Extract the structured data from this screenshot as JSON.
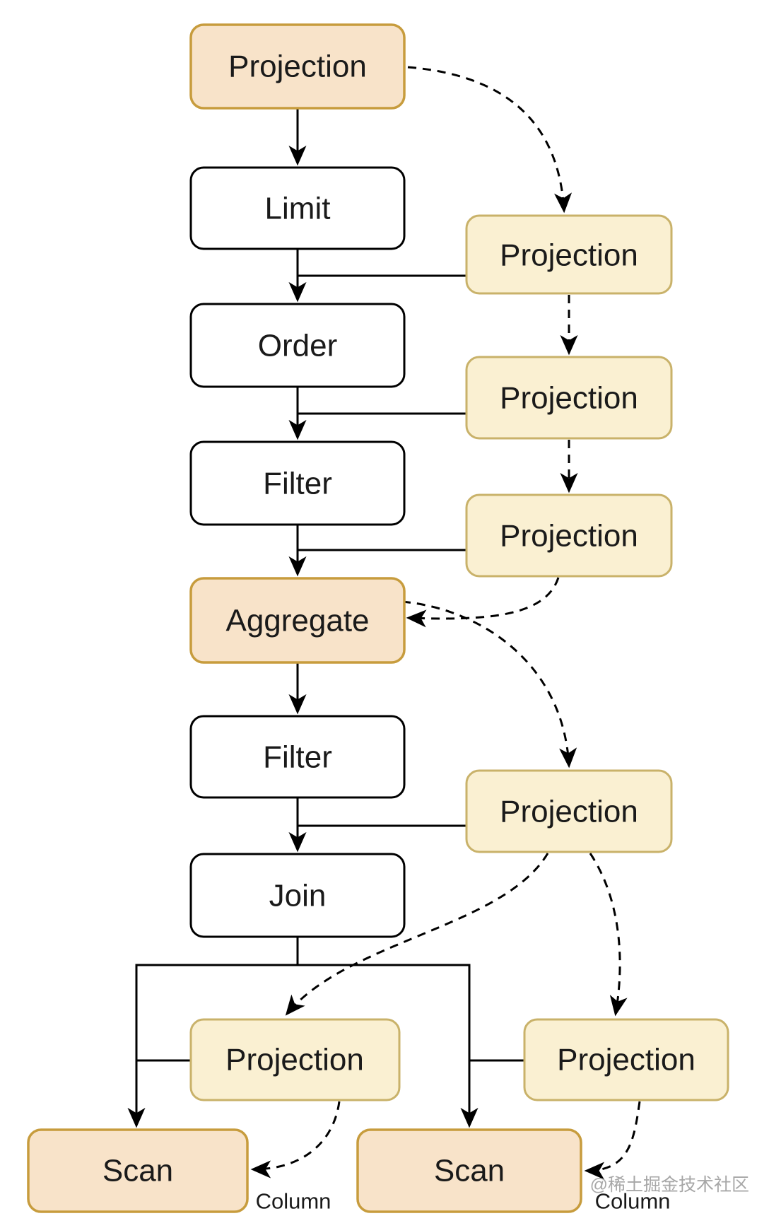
{
  "diagram": {
    "type": "query-plan-flowchart",
    "nodes": [
      {
        "id": "projection-root",
        "label": "Projection",
        "variant": "peach"
      },
      {
        "id": "limit",
        "label": "Limit",
        "variant": "white"
      },
      {
        "id": "order",
        "label": "Order",
        "variant": "white"
      },
      {
        "id": "filter-upper",
        "label": "Filter",
        "variant": "white"
      },
      {
        "id": "aggregate",
        "label": "Aggregate",
        "variant": "peach"
      },
      {
        "id": "filter-lower",
        "label": "Filter",
        "variant": "white"
      },
      {
        "id": "join",
        "label": "Join",
        "variant": "white"
      },
      {
        "id": "projection-right-1",
        "label": "Projection",
        "variant": "yellow"
      },
      {
        "id": "projection-right-2",
        "label": "Projection",
        "variant": "yellow"
      },
      {
        "id": "projection-right-3",
        "label": "Projection",
        "variant": "yellow"
      },
      {
        "id": "projection-right-4",
        "label": "Projection",
        "variant": "yellow"
      },
      {
        "id": "projection-bottom-left",
        "label": "Projection",
        "variant": "yellow"
      },
      {
        "id": "projection-bottom-right",
        "label": "Projection",
        "variant": "yellow"
      },
      {
        "id": "scan-left",
        "label": "Scan",
        "variant": "peach"
      },
      {
        "id": "scan-right",
        "label": "Scan",
        "variant": "peach"
      }
    ],
    "edges": [
      {
        "from": "projection-root",
        "to": "limit",
        "style": "solid-arrow"
      },
      {
        "from": "limit",
        "to": "order",
        "style": "solid-arrow"
      },
      {
        "from": "order",
        "to": "filter-upper",
        "style": "solid-arrow"
      },
      {
        "from": "filter-upper",
        "to": "aggregate",
        "style": "solid-arrow"
      },
      {
        "from": "aggregate",
        "to": "filter-lower",
        "style": "solid-arrow"
      },
      {
        "from": "filter-lower",
        "to": "join",
        "style": "solid-arrow"
      },
      {
        "from": "join",
        "to": "scan-left",
        "style": "solid-arrow"
      },
      {
        "from": "join",
        "to": "scan-right",
        "style": "solid-arrow"
      },
      {
        "from": "limit-order-junction",
        "to": "projection-right-1",
        "style": "solid-branch"
      },
      {
        "from": "order-filter-junction",
        "to": "projection-right-2",
        "style": "solid-branch"
      },
      {
        "from": "filter-aggregate-junction",
        "to": "projection-right-3",
        "style": "solid-branch"
      },
      {
        "from": "filter-join-junction",
        "to": "projection-right-4",
        "style": "solid-branch"
      },
      {
        "from": "join-scanleft-branch",
        "to": "projection-bottom-left",
        "style": "solid-branch"
      },
      {
        "from": "join-scanright-branch",
        "to": "projection-bottom-right",
        "style": "solid-branch"
      },
      {
        "from": "projection-root",
        "to": "projection-right-1",
        "style": "dashed-arrow"
      },
      {
        "from": "projection-right-1",
        "to": "projection-right-2",
        "style": "dashed-arrow"
      },
      {
        "from": "projection-right-2",
        "to": "projection-right-3",
        "style": "dashed-arrow"
      },
      {
        "from": "projection-right-3",
        "to": "aggregate",
        "style": "dashed-arrow"
      },
      {
        "from": "aggregate",
        "to": "projection-right-4",
        "style": "dashed-arrow"
      },
      {
        "from": "projection-right-4",
        "to": "projection-bottom-left",
        "style": "dashed-arrow"
      },
      {
        "from": "projection-right-4",
        "to": "projection-bottom-right",
        "style": "dashed-arrow"
      },
      {
        "from": "projection-bottom-left",
        "to": "scan-left",
        "style": "dashed-arrow",
        "label": "Column"
      },
      {
        "from": "projection-bottom-right",
        "to": "scan-right",
        "style": "dashed-arrow",
        "label": "Column"
      }
    ],
    "annotations": {
      "column_left": "Column",
      "column_right": "Column"
    },
    "watermark": "@稀土掘金技术社区",
    "colors": {
      "background": "#FFFFFF",
      "line": "#000000",
      "node_text": "#1A1A1A",
      "white_fill": "#FFFFFF",
      "peach_fill": "#F8E3C9",
      "peach_border": "#C79C3D",
      "yellow_fill": "#FAF0D2",
      "yellow_border": "#C9B26A",
      "watermark": "#9E9E9E"
    }
  }
}
